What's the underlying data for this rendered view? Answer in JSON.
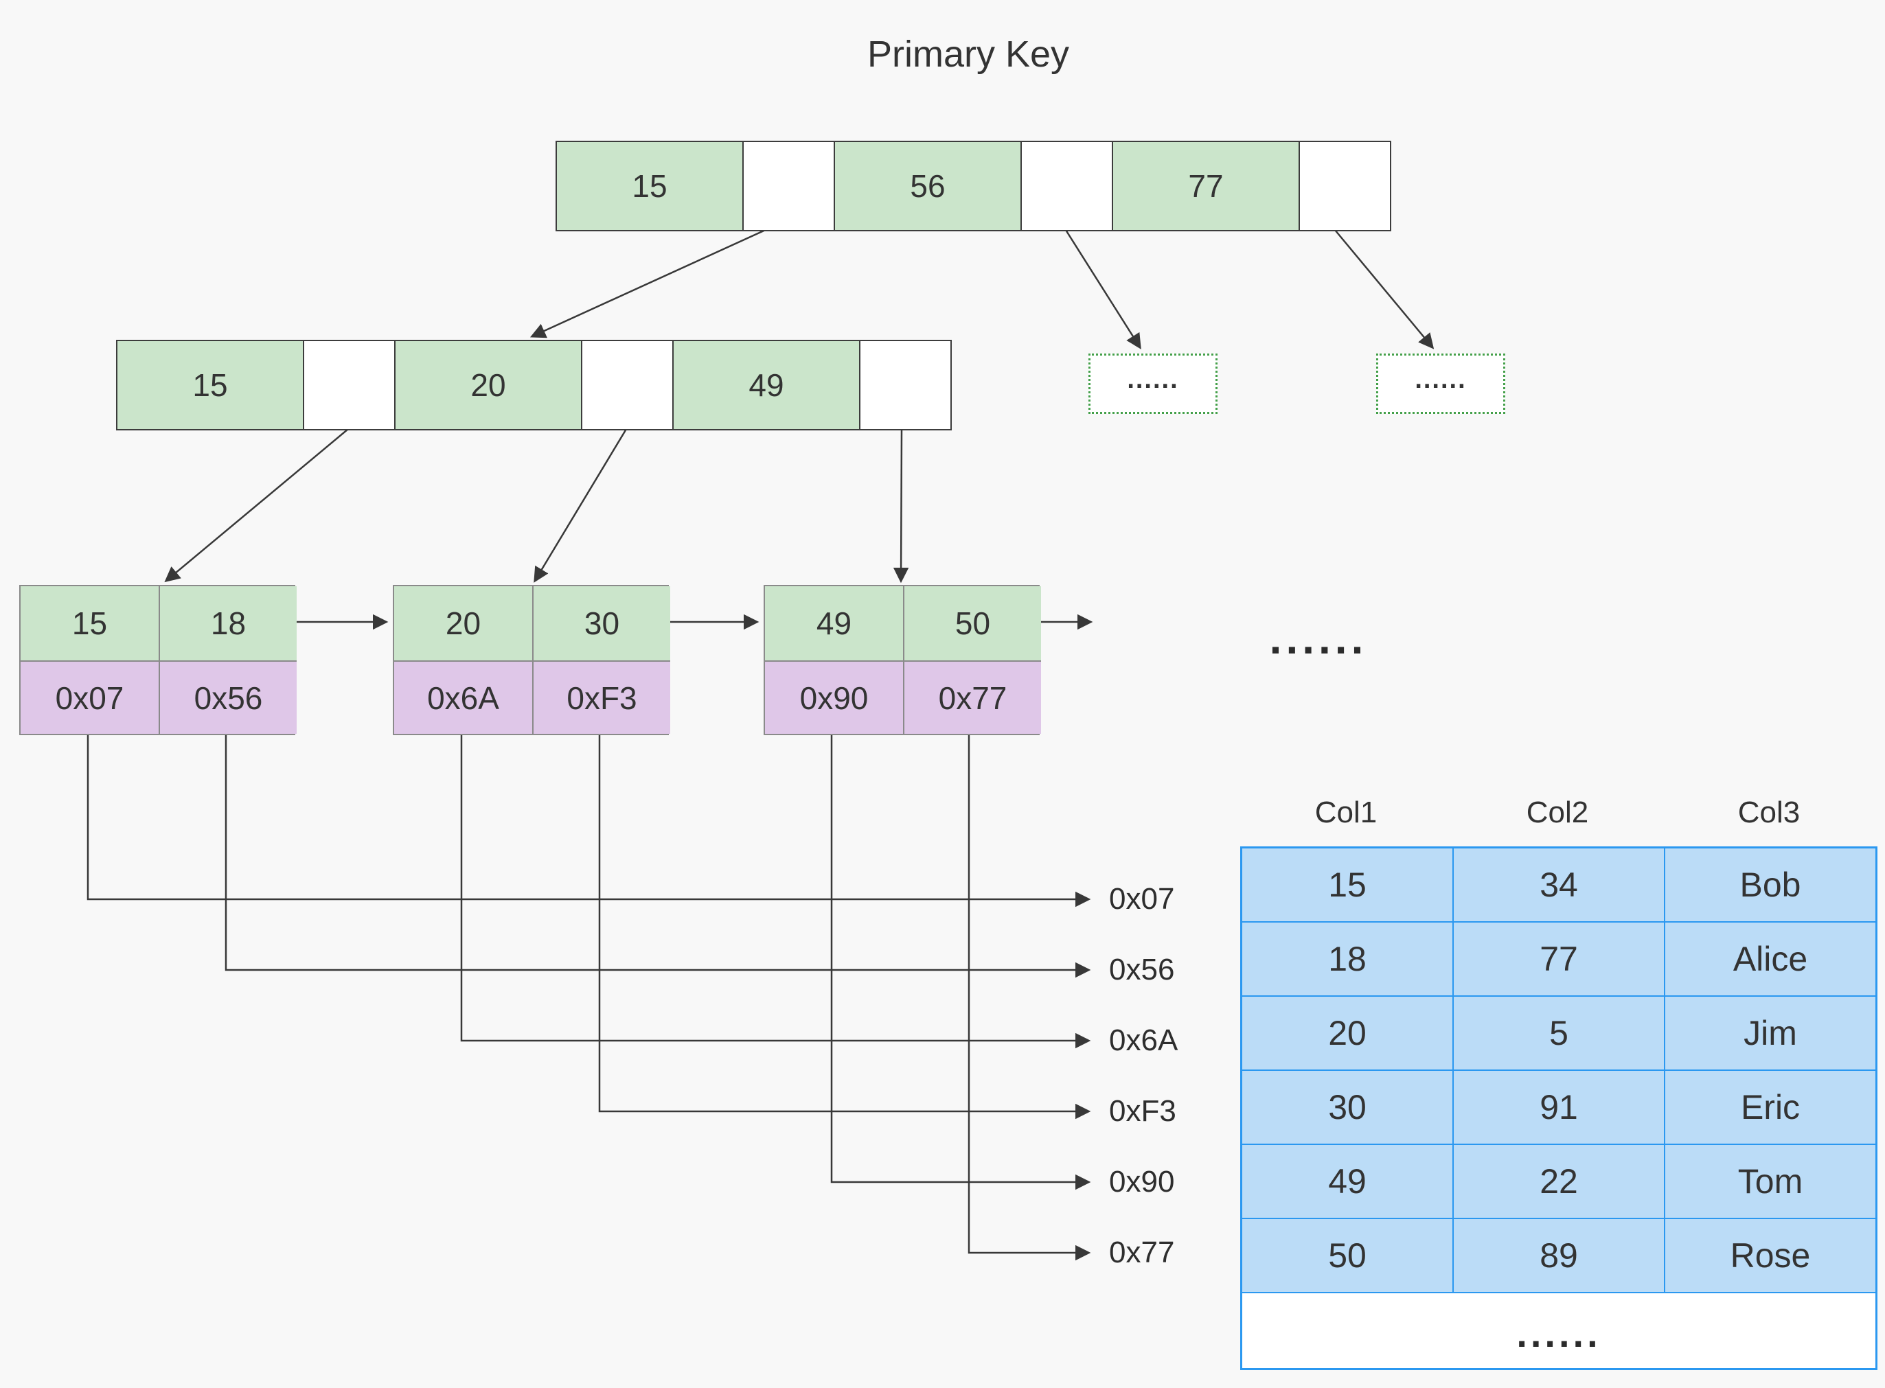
{
  "title": "Primary Key",
  "colors": {
    "node_green": "#cbe5cb",
    "leaf_purple": "#dfc7e8",
    "table_fill": "#bbdcf7",
    "table_border": "#2b98f0",
    "dotted_box_border": "#44a04a",
    "wire": "#383838"
  },
  "tree": {
    "root": {
      "keys": [
        "15",
        "56",
        "77"
      ]
    },
    "internal": {
      "keys": [
        "15",
        "20",
        "49"
      ]
    },
    "overflow_boxes": [
      "......",
      "......"
    ],
    "leaves": [
      {
        "keys": [
          "15",
          "18"
        ],
        "pointers": [
          "0x07",
          "0x56"
        ]
      },
      {
        "keys": [
          "20",
          "30"
        ],
        "pointers": [
          "0x6A",
          "0xF3"
        ]
      },
      {
        "keys": [
          "49",
          "50"
        ],
        "pointers": [
          "0x90",
          "0x77"
        ]
      }
    ],
    "leaf_chain_ellipsis": "......"
  },
  "pointer_labels": [
    "0x07",
    "0x56",
    "0x6A",
    "0xF3",
    "0x90",
    "0x77"
  ],
  "table": {
    "headers": [
      "Col1",
      "Col2",
      "Col3"
    ],
    "rows": [
      [
        "15",
        "34",
        "Bob"
      ],
      [
        "18",
        "77",
        "Alice"
      ],
      [
        "20",
        "5",
        "Jim"
      ],
      [
        "30",
        "91",
        "Eric"
      ],
      [
        "49",
        "22",
        "Tom"
      ],
      [
        "50",
        "89",
        "Rose"
      ]
    ],
    "ellipsis_row": "......"
  }
}
